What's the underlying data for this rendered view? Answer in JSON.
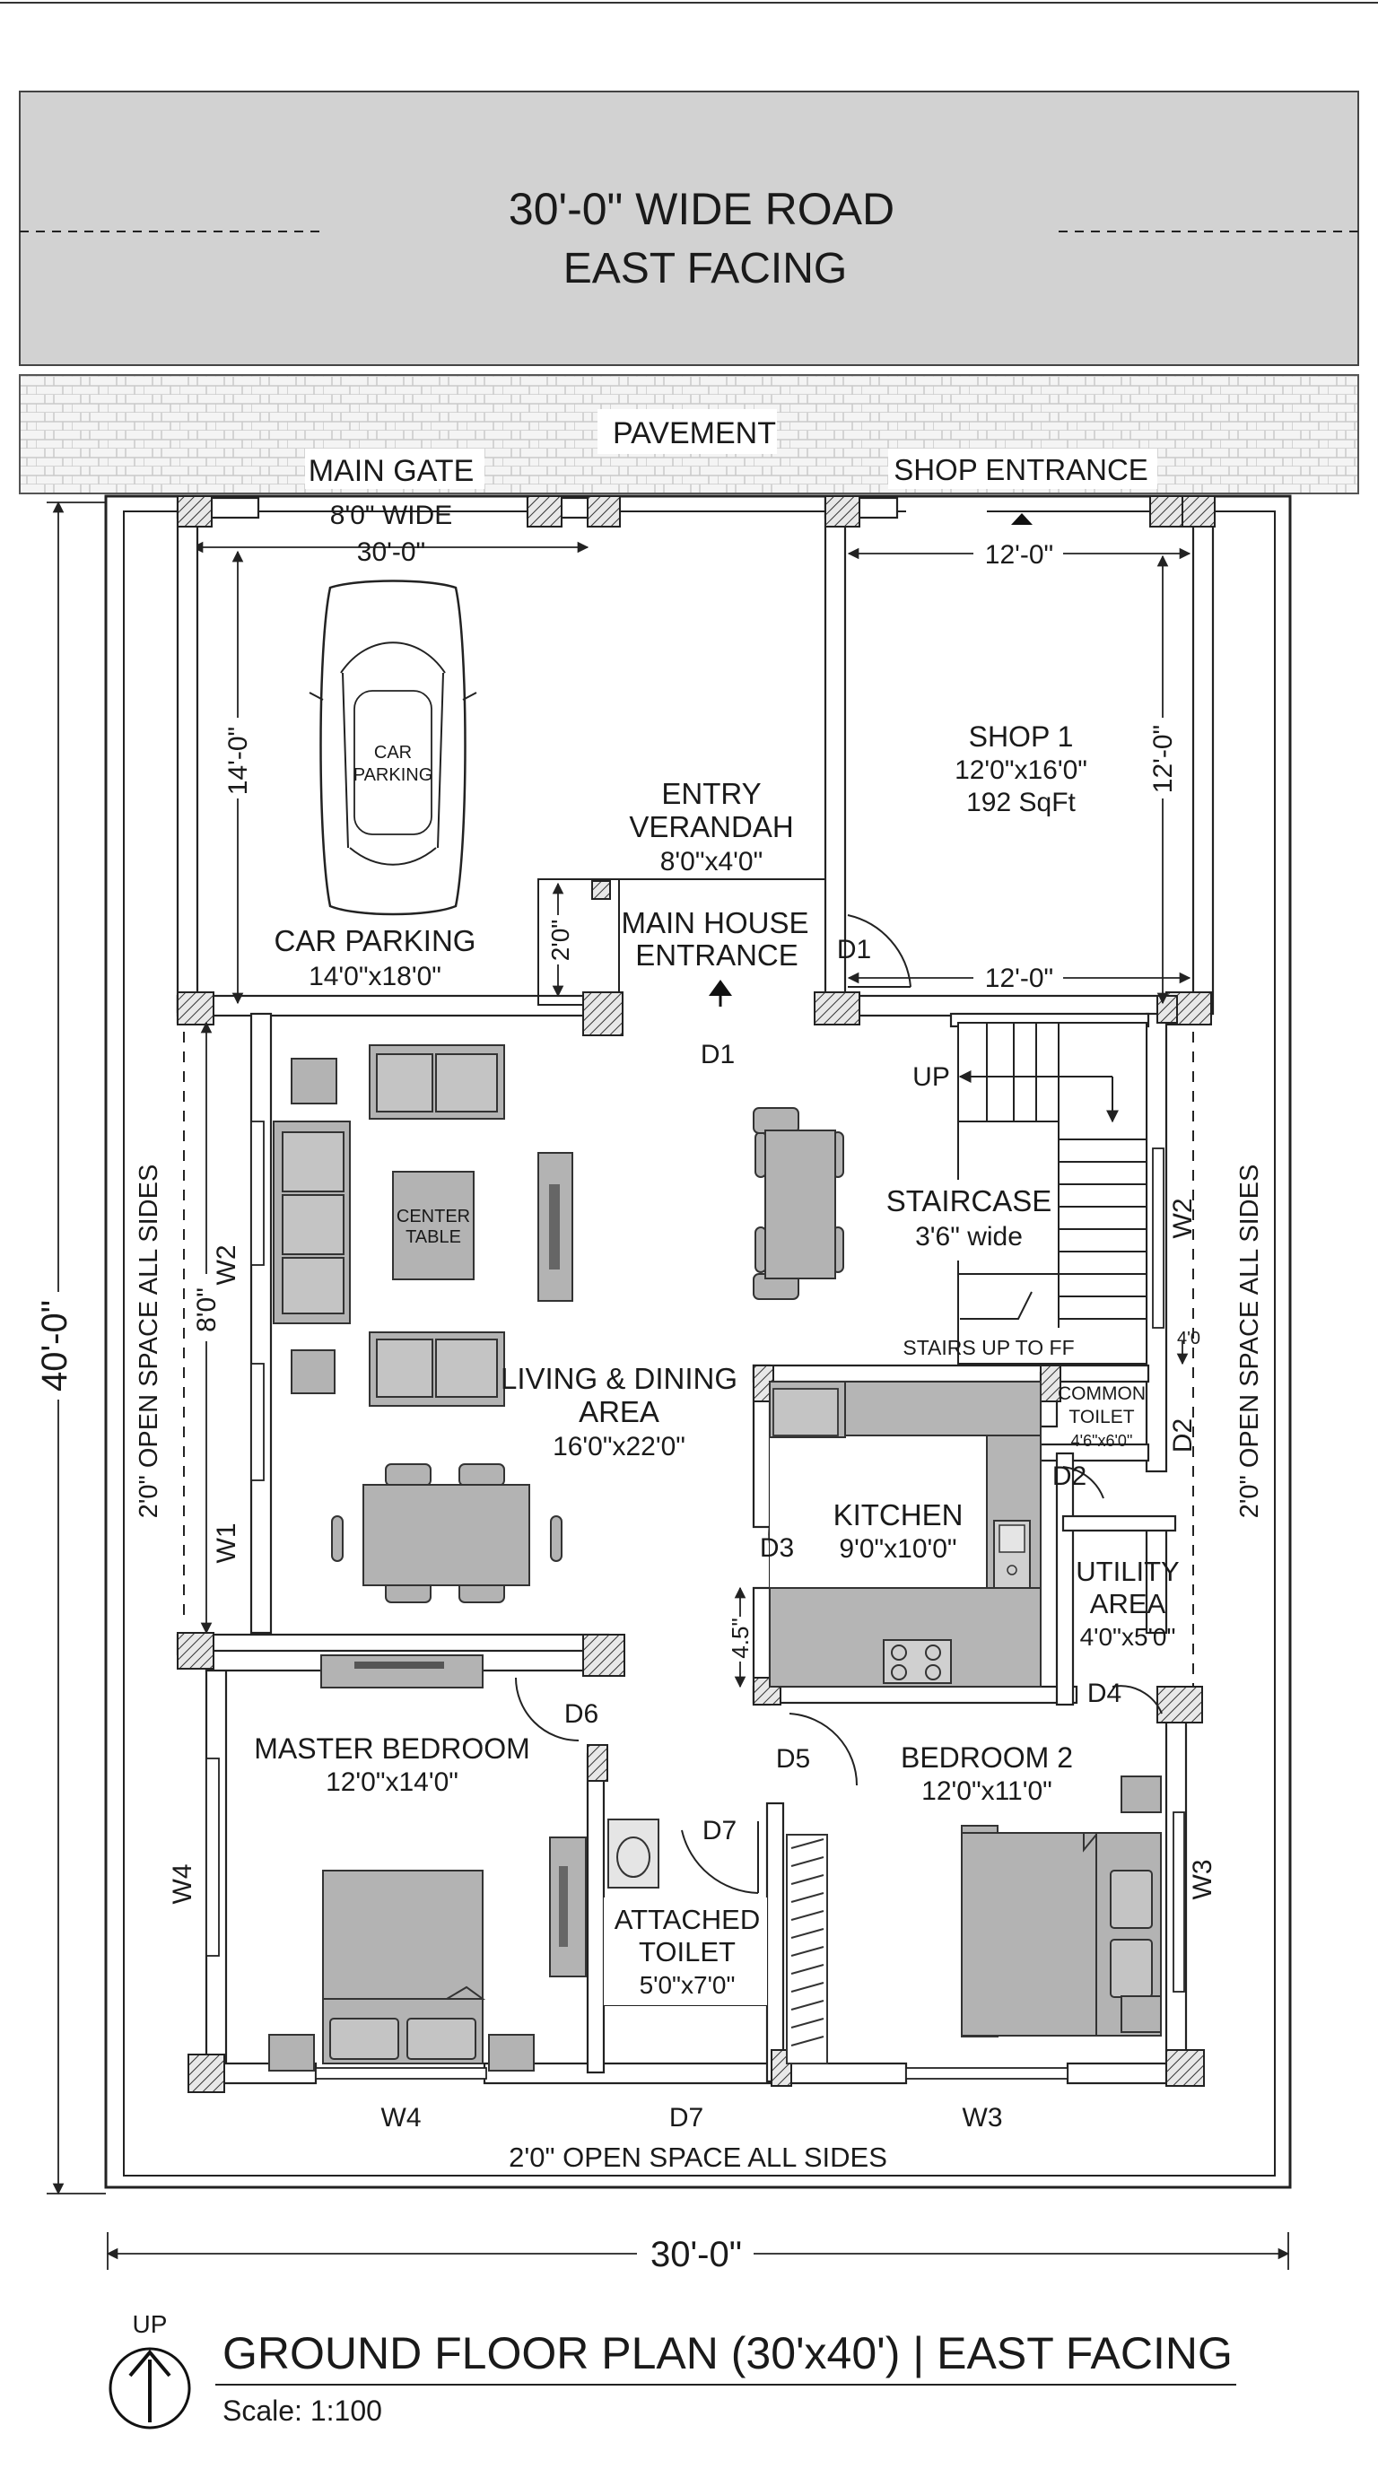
{
  "road": {
    "line1": "30'-0\" WIDE ROAD",
    "line2": "EAST FACING"
  },
  "pavement": "PAVEMENT",
  "main_gate": {
    "label": "MAIN GATE",
    "width": "8'0\" WIDE",
    "dim": "30'-0\""
  },
  "shop_entrance": "SHOP ENTRANCE",
  "car": {
    "label_1": "CAR",
    "label_2": "PARKING"
  },
  "car_parking": {
    "name": "CAR PARKING",
    "size": "14'0\"x18'0\"",
    "dim_v": "14'-0\""
  },
  "verandah": {
    "line1": "ENTRY",
    "line2": "VERANDAH",
    "size": "8'0\"x4'0\"",
    "dim_v": "2'0\""
  },
  "main_entrance": {
    "line1": "MAIN HOUSE",
    "line2": "ENTRANCE"
  },
  "shop": {
    "name": "SHOP 1",
    "size": "12'0\"x16'0\"",
    "area": "192 SqFt",
    "dim_top": "12'-0\"",
    "dim_bottom": "12'-0\"",
    "dim_v": "12'-0\""
  },
  "living": {
    "line1": "LIVING & DINING",
    "line2": "AREA",
    "size": "16'0\"x22'0\"",
    "table_1": "CENTER",
    "table_2": "TABLE"
  },
  "staircase": {
    "up": "UP",
    "name": "STAIRCASE",
    "width": "3'6\" wide",
    "note": "STAIRS UP TO FF"
  },
  "common_toilet": {
    "line1": "COMMON",
    "line2": "TOILET",
    "size": "4'6\"x6'0\""
  },
  "kitchen": {
    "name": "KITCHEN",
    "size": "9'0\"x10'0\""
  },
  "utility": {
    "line1": "UTILITY",
    "line2": "AREA",
    "size": "4'0\"x5'0\""
  },
  "master": {
    "name": "MASTER BEDROOM",
    "size": "12'0\"x14'0\""
  },
  "bedroom2": {
    "name": "BEDROOM 2",
    "size": "12'0\"x11'0\""
  },
  "toilet": {
    "line1": "ATTACHED",
    "line2": "TOILET",
    "size": "5'0\"x7'0\""
  },
  "doors": {
    "d1": "D1",
    "d2": "D2",
    "d3": "D3",
    "d4": "D4",
    "d5": "D5",
    "d6": "D6",
    "d7": "D7"
  },
  "windows": {
    "w1": "W1",
    "w2": "W2",
    "w3": "W3",
    "w4": "W4"
  },
  "dims": {
    "total_height": "40'-0\"",
    "total_width": "30'-0\"",
    "left_8": "8'0\"",
    "gap_45": "4.5\"",
    "small_40": "4'0"
  },
  "open_space": "2'0\" OPEN SPACE ALL SIDES",
  "north": {
    "up": "UP"
  },
  "title": "GROUND FLOOR PLAN (30'x40') | EAST FACING",
  "scale": "Scale: 1:100"
}
